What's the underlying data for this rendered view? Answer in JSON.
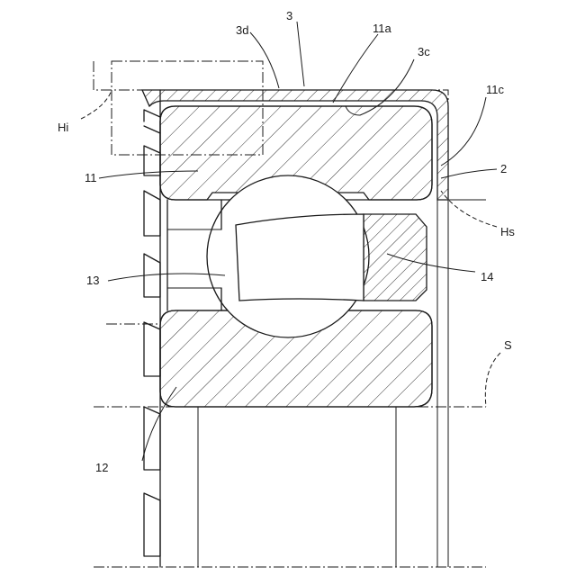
{
  "labels": {
    "l3": "3",
    "l3d": "3d",
    "l11a": "11a",
    "l3c": "3c",
    "l11c": "11c",
    "lHi": "Hi",
    "l11": "11",
    "l2": "2",
    "lHs": "Hs",
    "l13": "13",
    "l14": "14",
    "lS": "S",
    "l12": "12"
  }
}
